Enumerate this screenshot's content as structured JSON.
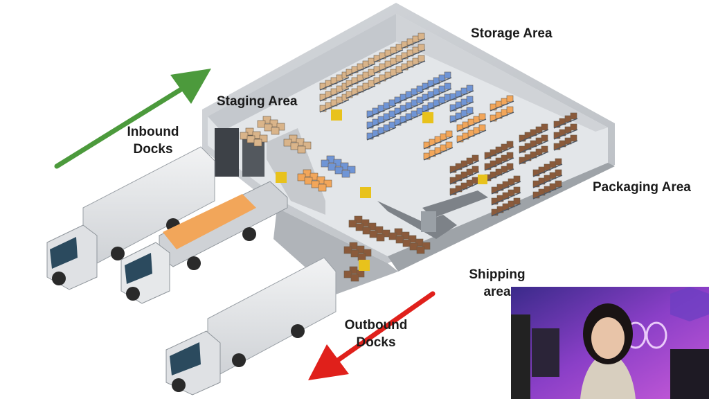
{
  "labels": {
    "storage": "Storage Area",
    "staging": "Staging Area",
    "inbound_line1": "Inbound",
    "inbound_line2": "Docks",
    "packaging": "Packaging Area",
    "shipping_line1": "Shipping",
    "shipping_line2": "area",
    "outbound_line1": "Outbound",
    "outbound_line2": "Docks"
  },
  "colors": {
    "inbound_arrow": "#4c9a3c",
    "outbound_arrow": "#e0201b",
    "box_tan": "#d9b48a",
    "box_orange": "#f2a65a",
    "box_blue": "#6f95d6",
    "box_brown": "#8a5a3b",
    "floor": "#dcdfe2",
    "wall": "#c9ccd0"
  },
  "icons": {
    "webcam_overlay": "presenter-webcam"
  }
}
